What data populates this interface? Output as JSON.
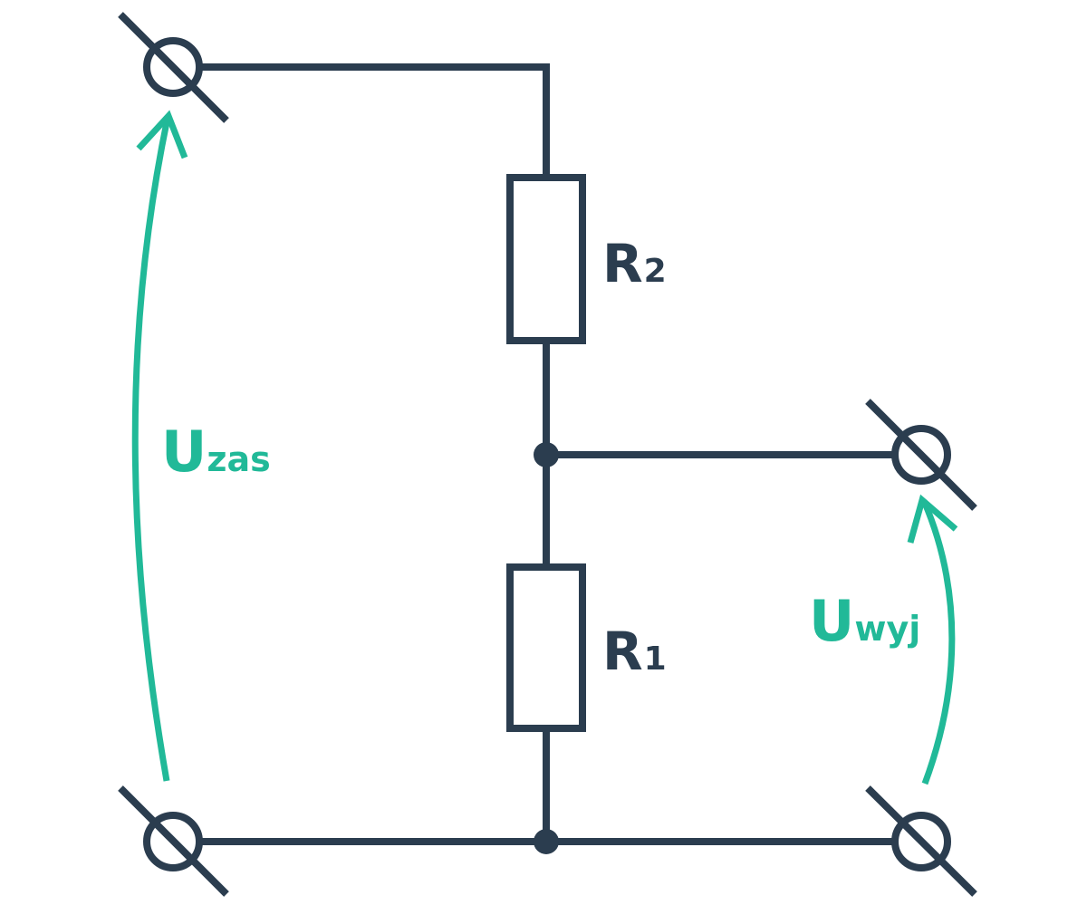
{
  "colors": {
    "wire": "#2b3d4f",
    "accent": "#21b998"
  },
  "labels": {
    "r2": {
      "main": "R",
      "sub": "2"
    },
    "r1": {
      "main": "R",
      "sub": "1"
    },
    "u_in": {
      "main": "U",
      "sub": "zas"
    },
    "u_out": {
      "main": "U",
      "sub": "wyj"
    }
  }
}
